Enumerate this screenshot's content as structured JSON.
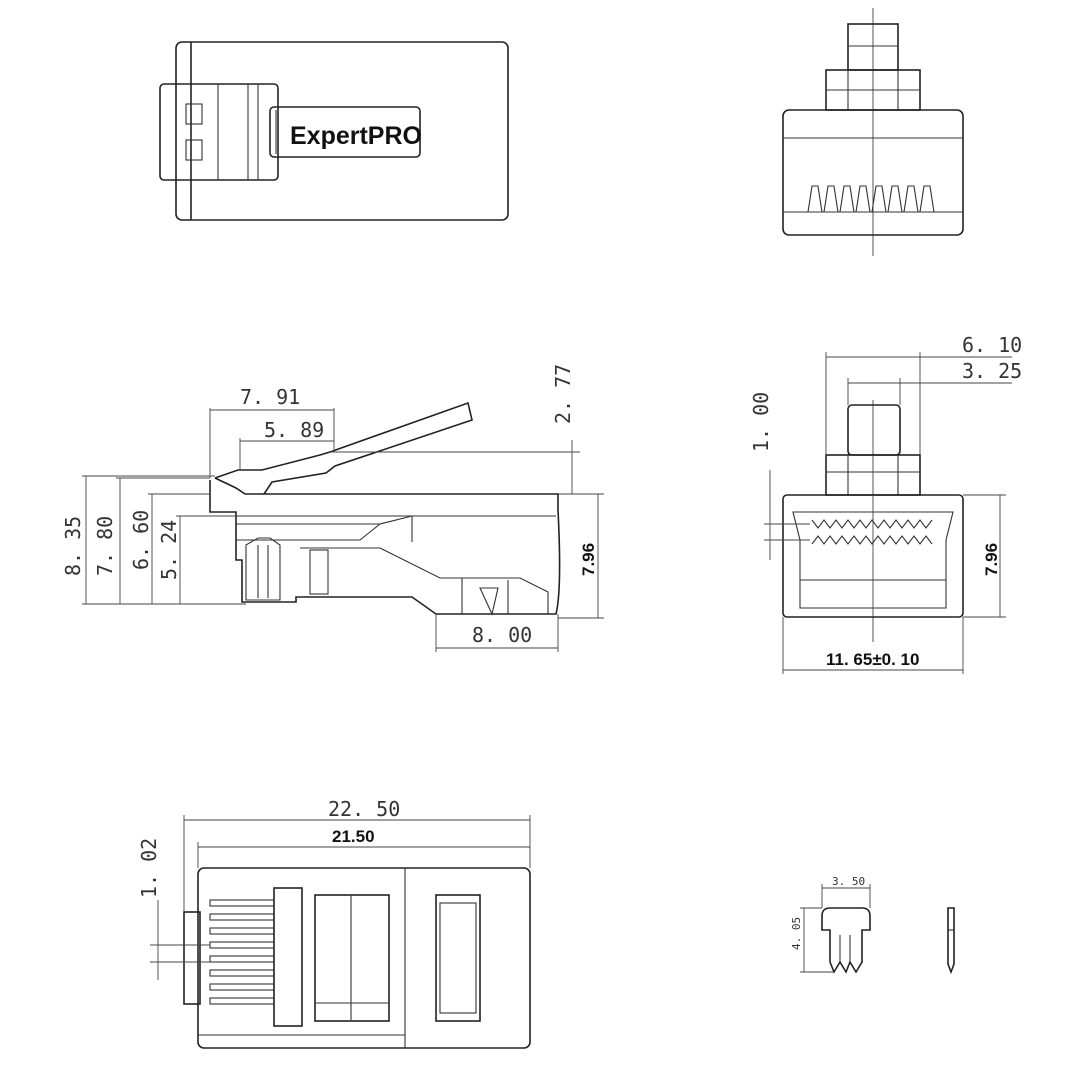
{
  "brand_label": "ExpertPRO",
  "dimensions": {
    "side_7_91": "7. 91",
    "side_5_89": "5. 89",
    "side_2_77": "2. 77",
    "side_8_35": "8. 35",
    "side_7_80": "7. 80",
    "side_6_60": "6. 60",
    "side_5_24": "5. 24",
    "side_7_96": "7.96",
    "side_8_00": "8. 00",
    "front_6_10": "6. 10",
    "front_3_25": "3. 25",
    "front_1_00": "1. 00",
    "front_7_96": "7.96",
    "front_11_65": "11. 65±0. 10",
    "bottom_22_50": "22. 50",
    "bottom_21_50": "21.50",
    "bottom_1_02": "1. 02",
    "contact_3_50": "3. 50",
    "contact_4_05": "4. 05"
  }
}
